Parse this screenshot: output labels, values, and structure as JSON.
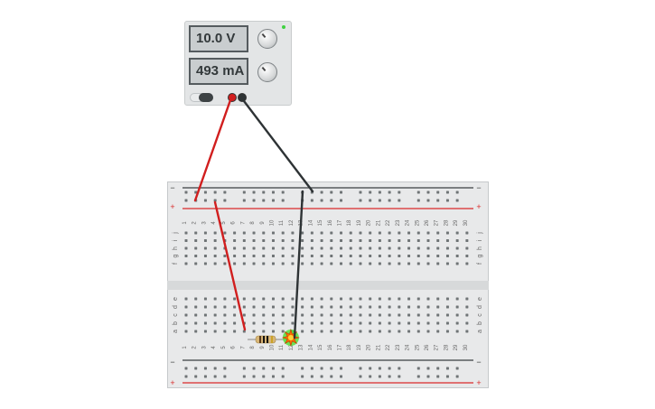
{
  "power_supply": {
    "voltage_display": "10.0 V",
    "current_display": "493 mA"
  },
  "breadboard": {
    "columns": 30,
    "rows_top": [
      "j",
      "i",
      "h",
      "g",
      "f"
    ],
    "rows_bottom": [
      "e",
      "d",
      "c",
      "b",
      "a"
    ],
    "rail_minus": "−",
    "rail_plus": "+"
  },
  "components": {
    "resistor": {
      "column": 8,
      "row": "a"
    },
    "led": {
      "column": 12,
      "row": "a",
      "state": "exploded"
    }
  },
  "colors": {
    "wire_positive": "#d11e1e",
    "wire_negative": "#2e3335",
    "rail_red": "#d92a2a",
    "rail_dark": "#3a3f41",
    "hole": "#6f7476",
    "led_glow": "#54e03c",
    "explosion": "#ff6a00"
  }
}
